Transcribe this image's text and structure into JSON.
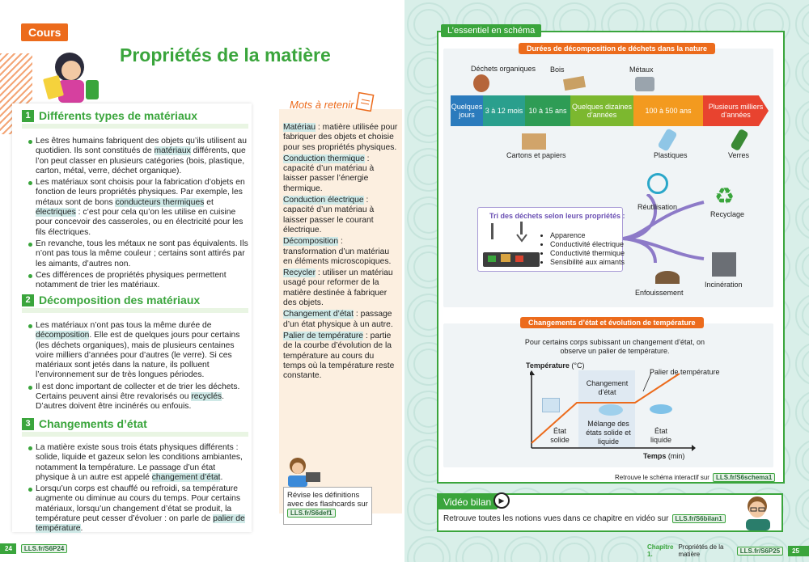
{
  "header": {
    "tag": "Cours",
    "title": "Propriétés de la matière"
  },
  "sections": [
    {
      "num": "1",
      "title": "Différents types de matériaux"
    },
    {
      "num": "2",
      "title": "Décomposition des matériaux"
    },
    {
      "num": "3",
      "title": "Changements d’état"
    }
  ],
  "s1": [
    [
      "Les êtres humains fabriquent des objets qu’ils utilisent au quotidien. Ils sont constitués de ",
      "matériaux",
      " différents, que l’on peut classer en plusieurs catégories (bois, plastique, carton, métal, verre, déchet organique)."
    ],
    [
      "Les matériaux sont choisis pour la fabrication d’objets en fonction de leurs propriétés physiques. Par exemple, les métaux sont de bons ",
      "conducteurs thermiques",
      " et ",
      "électriques",
      " : c’est pour cela qu’on les utilise en cuisine pour concevoir des casseroles, ou en électricité pour les fils électriques."
    ],
    [
      "En revanche, tous les métaux ne sont pas équivalents. Ils n’ont pas tous la même couleur ; certains sont attirés par les aimants, d’autres non."
    ],
    [
      "Ces différences de propriétés physiques permettent notamment de trier les matériaux."
    ]
  ],
  "s2": [
    [
      "Les matériaux n’ont pas tous la même durée de ",
      "décomposition",
      ". Elle est de quelques jours pour certains (les déchets organiques), mais de plusieurs centaines voire milliers d’années pour d’autres (le verre). Si ces matériaux sont jetés dans la nature, ils polluent l’environnement sur de très longues périodes."
    ],
    [
      "Il est donc important de collecter et de trier les déchets. Certains peuvent ainsi être revalorisés ou ",
      "recyclés",
      ". D’autres doivent être incinérés ou enfouis."
    ]
  ],
  "s3": [
    [
      "La matière existe sous trois états physiques différents : solide, liquide et gazeux selon les conditions ambiantes, notamment la température. Le passage d’un état physique à un autre est appelé ",
      "changement d’état",
      "."
    ],
    [
      "Lorsqu’un corps est chauffé ou refroidi, sa température augmente ou diminue au cours du temps. Pour certains matériaux, lorsqu’un changement d’état se produit, la température peut cesser d’évoluer : on parle de ",
      "palier de température",
      "."
    ]
  ],
  "mots": {
    "title": "Mots à retenir",
    "defs": [
      {
        "term": "Matériau",
        "def": " : matière utilisée pour fabriquer des objets et choisie pour ses propriétés physiques."
      },
      {
        "term": "Conduction thermique",
        "def": " : capacité d’un matériau à laisser passer l’énergie thermique."
      },
      {
        "term": "Conduction électrique",
        "def": " : capacité d’un matériau à laisser passer le courant électrique."
      },
      {
        "term": "Décomposition",
        "def": " : transformation d’un matériau en éléments microscopiques."
      },
      {
        "term": "Recycler",
        "def": " : utiliser un matériau usagé pour reformer de la matière destinée à fabriquer des objets."
      },
      {
        "term": "Changement d’état",
        "def": " : passage d’un état physique à un autre."
      },
      {
        "term": "Palier de température",
        "def": " : partie de la courbe d’évolution de la température au cours du temps où la température reste constante."
      }
    ]
  },
  "revise": {
    "text": "Révise les définitions avec des flashcards sur",
    "link": "LLS.fr/S6def1"
  },
  "footer": {
    "left_page": "24",
    "left_link": "LLS.fr/S6P24",
    "chapter": "Chapitre 1.",
    "chapter_title": "Propriétés de la matière",
    "right_link": "LLS.fr/S6P25",
    "right_page": "25"
  },
  "essentiel": {
    "tag": "L’essentiel en schéma",
    "durees_title": "Durées de décomposition de déchets dans la nature",
    "timeline": [
      {
        "label": "Quelques jours",
        "color": "#2b7bbd"
      },
      {
        "label": "3 à 12 mois",
        "color": "#2a9f8d"
      },
      {
        "label": "10 à 15 ans",
        "color": "#2e9c55"
      },
      {
        "label": "Quelques dizaines d’années",
        "color": "#7cb82f"
      },
      {
        "label": "100 à 500 ans",
        "color": "#f39a1f"
      },
      {
        "label": "Plusieurs milliers d’années",
        "color": "#e8432f"
      }
    ],
    "top_labels": [
      "Déchets organiques",
      "Bois",
      "Métaux"
    ],
    "bottom_labels": [
      "Cartons et papiers",
      "Plastiques",
      "Verres"
    ],
    "tri_title": "Tri des déchets selon leurs propriétés :",
    "tri_items": [
      "Apparence",
      "Conductivité électrique",
      "Conductivité thermique",
      "Sensibilité aux aimants"
    ],
    "outcomes": [
      "Réutilisation",
      "Recyclage",
      "Enfouissement",
      "Incinération"
    ],
    "etat_title": "Changements d’état et évolution de température",
    "etat_intro": "Pour certains corps subissant un changement d’état, on observe un palier de température.",
    "axis_y": "Température",
    "axis_y_unit": "(°C)",
    "axis_x": "Temps",
    "axis_x_unit": "(min)",
    "palier": "Palier de température",
    "changement": "Changement d’état",
    "solide": "État solide",
    "melange": "Mélange des états solide et liquide",
    "liquide": "État liquide",
    "schema_link_text": "Retrouve le schéma interactif sur",
    "schema_link": "LLS.fr/S6schema1"
  },
  "video": {
    "tag": "Vidéo bilan",
    "text": "Retrouve toutes les notions vues dans ce chapitre en vidéo sur",
    "link": "LLS.fr/S6bilan1"
  }
}
